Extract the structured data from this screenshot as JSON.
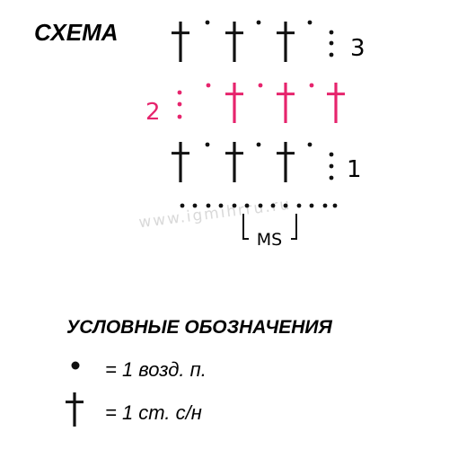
{
  "title": "СХЕМА",
  "row_labels": {
    "row1": "1",
    "row2": "2",
    "row3": "3"
  },
  "repeat_label": "MS",
  "watermark": "www.igmihrru.ru",
  "legend": {
    "heading": "УСЛОВНЫЕ ОБОЗНАЧЕНИЯ",
    "chain_text": "= 1 возд. п.",
    "dc_text": "= 1 ст. с/н"
  },
  "colors": {
    "ink": "#111111",
    "row2": "#e6246d",
    "watermark": "#d9d9d9"
  },
  "icons": {
    "chain": "dot-chain-icon",
    "dc": "double-crochet-cross-icon"
  }
}
